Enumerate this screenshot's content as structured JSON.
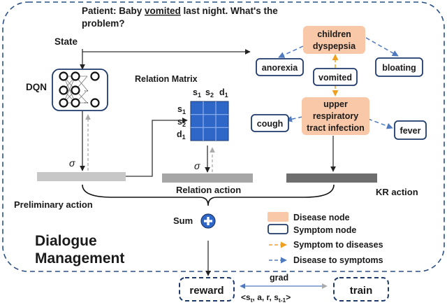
{
  "patient": {
    "prefix": "Patient: Baby ",
    "highlight": "vomited",
    "suffix": " last night. What's the",
    "line2": "problem?"
  },
  "labels": {
    "state": "State",
    "dqn": "DQN",
    "relation_matrix": "Relation Matrix",
    "sigma": "σ",
    "preliminary_action": "Preliminary action",
    "relation_action": "Relation action",
    "kr_action": "KR  action",
    "sum": "Sum",
    "dialogue_line1": "Dialogue",
    "dialogue_line2": "Management",
    "reward": "reward",
    "train": "train",
    "grad": "grad",
    "transition": "<s",
    "transition_full": "<st, a, r, st-1>"
  },
  "matrix": {
    "cols": [
      "s1",
      "s2",
      "d1"
    ],
    "rows": [
      "s1",
      "s2",
      "d1"
    ]
  },
  "nodes": {
    "disease": [
      {
        "id": "dyspepsia",
        "lines": [
          "children",
          "dyspepsia"
        ]
      },
      {
        "id": "uri",
        "lines": [
          "upper",
          "respiratory",
          "tract infection"
        ]
      }
    ],
    "symptom": [
      {
        "id": "anorexia",
        "label": "anorexia"
      },
      {
        "id": "bloating",
        "label": "bloating"
      },
      {
        "id": "vomited",
        "label": "vomited"
      },
      {
        "id": "cough",
        "label": "cough"
      },
      {
        "id": "fever",
        "label": "fever"
      }
    ]
  },
  "legend": {
    "disease_node": "Disease node",
    "symptom_node": "Symptom node",
    "symptom_to_diseases": "Symptom to diseases",
    "disease_to_symptoms": "Disease to symptoms"
  },
  "colors": {
    "disease_fill": "#f9c8a8",
    "symptom_border": "#1f3a6b",
    "matrix_blue": "#2f67c9",
    "orange_arrow": "#f0a020",
    "blue_dash": "#4f7ac0",
    "frame": "#2a4f86"
  }
}
